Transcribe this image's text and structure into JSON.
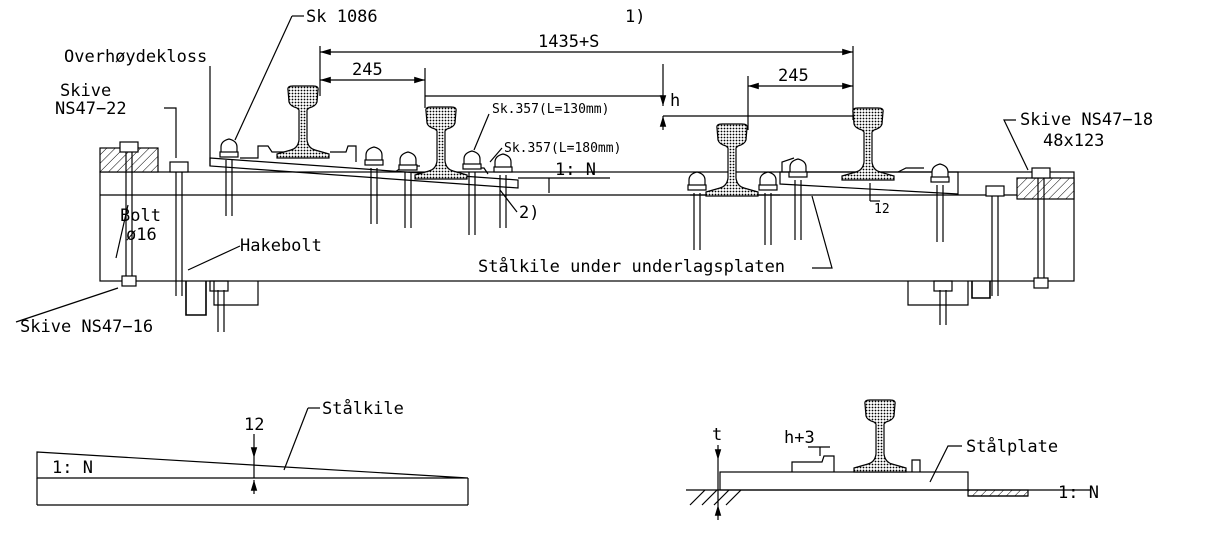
{
  "labels": {
    "sk1086": "Sk 1086",
    "note1": "1)",
    "gauge": "1435+S",
    "overhoydekloss": "Overhøydekloss",
    "skive_left_1": "Skive",
    "skive_left_2": "NS47−22",
    "dim245_left": "245",
    "dim245_right": "245",
    "h": "h",
    "sk357_130": "Sk.357(L=130mm)",
    "sk357_180": "Sk.357(L=180mm)",
    "ratio_top": "1: N",
    "note2": "2)",
    "skive_right_1": "Skive NS47−18",
    "skive_right_2": "48x123",
    "dim12_top": "12",
    "bolt_1": "Bolt",
    "bolt_2": "ø16",
    "hakebolt": "Hakebolt",
    "stalkile_under": "Stålkile under underlagsplaten",
    "skive_bottom": "Skive NS47−16",
    "stalkile": "Stålkile",
    "ratio_wedge": "1: N",
    "dim12_wedge": "12",
    "t": "t",
    "h3": "h+3",
    "stalplate": "Stålplate",
    "ratio_plate": "1: N"
  }
}
